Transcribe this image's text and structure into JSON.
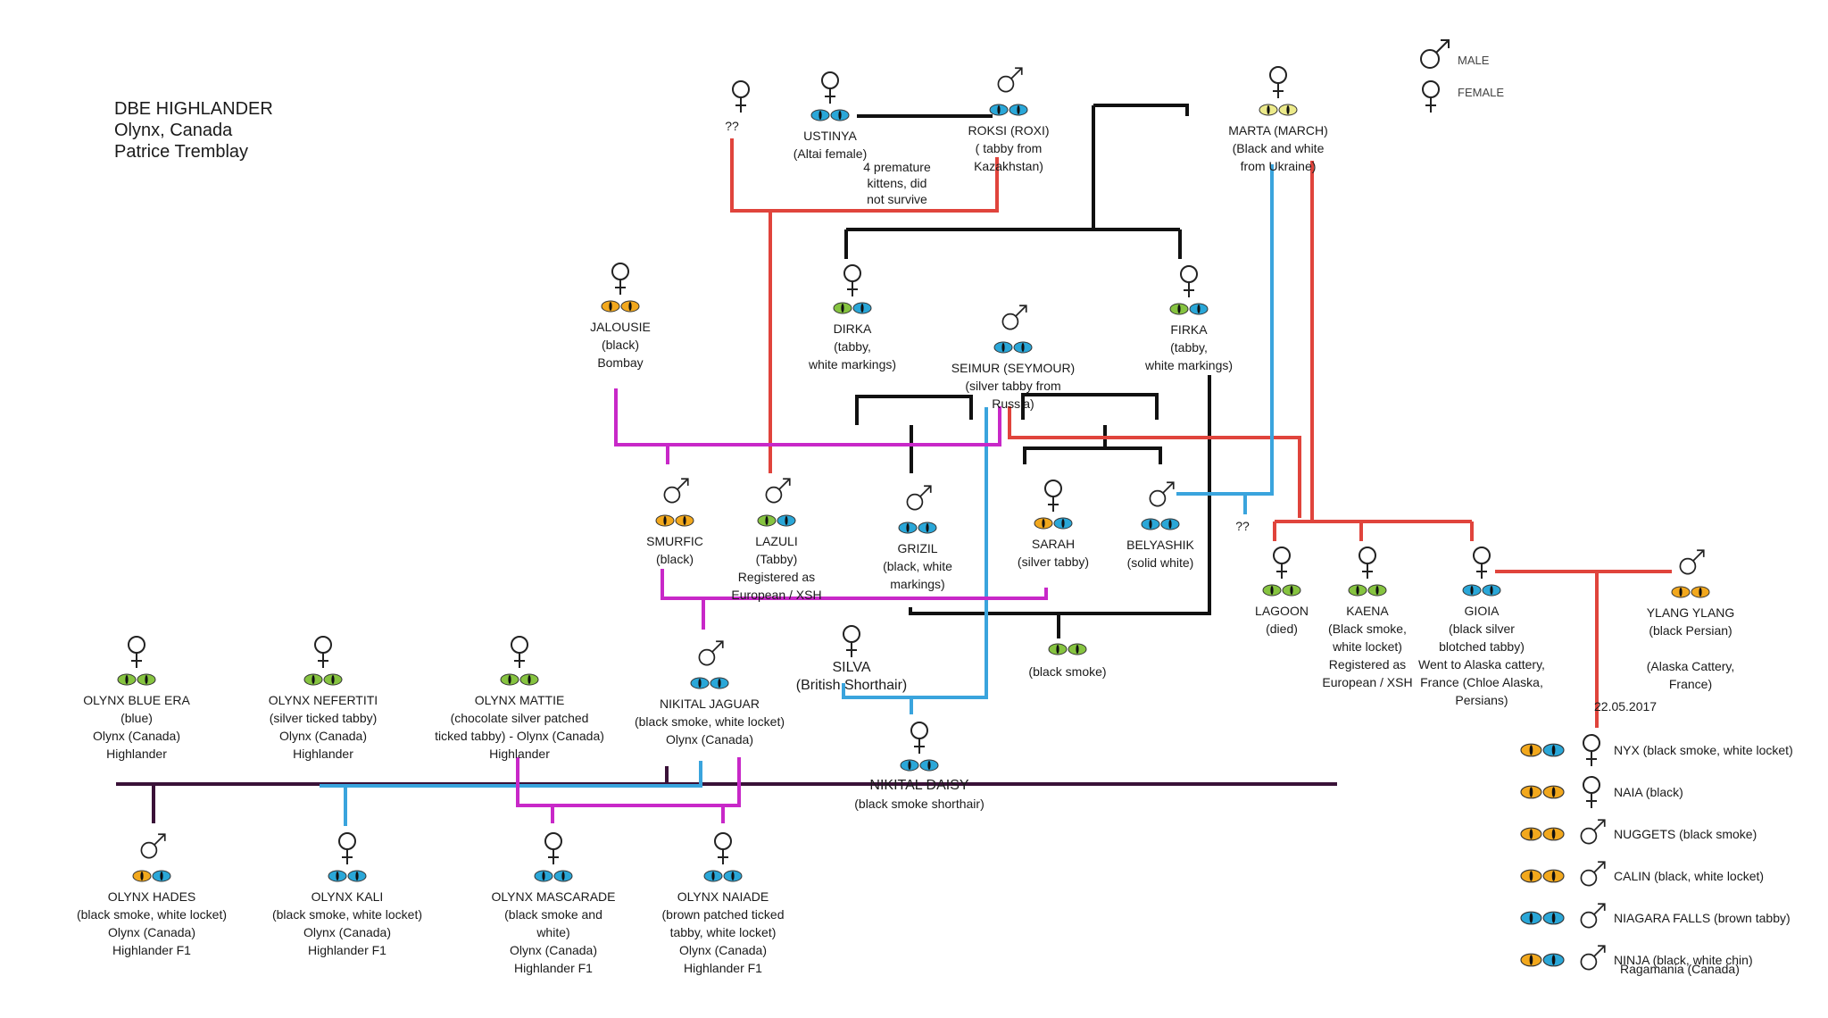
{
  "header": {
    "line1": "DBE HIGHLANDER",
    "line2": "Olynx, Canada",
    "line3": "Patrice Tremblay"
  },
  "legend": {
    "male_label": "MALE",
    "female_label": "FEMALE"
  },
  "colors": {
    "eye_blue": "#2aa7d8",
    "eye_green": "#86c440",
    "eye_amber": "#f2a81d",
    "eye_yellow": "#ecea8a",
    "line_black": "#111111",
    "line_red": "#e0443c",
    "line_blue": "#3aa4dd",
    "line_magenta": "#c828c8",
    "line_dark_purple": "#3a1238"
  },
  "unknown_female": {
    "label": "??"
  },
  "unknown_mark": {
    "label": "??"
  },
  "ustinya": {
    "name": "USTINYA",
    "desc": "(Altai female)",
    "eyes": [
      "blue",
      "blue"
    ]
  },
  "premature": {
    "text": "4 premature\nkittens, did\nnot survive"
  },
  "roksi": {
    "name": "ROKSI (ROXI)",
    "desc": "( tabby from\nKazakhstan)",
    "eyes": [
      "blue",
      "blue"
    ]
  },
  "marta": {
    "name": "MARTA (MARCH)",
    "desc": "(Black and white\nfrom Ukraine)",
    "eyes": [
      "yellow",
      "yellow"
    ]
  },
  "jalousie": {
    "name": "JALOUSIE",
    "desc": "(black)\nBombay",
    "eyes": [
      "amber",
      "amber"
    ]
  },
  "dirka": {
    "name": "DIRKA",
    "desc": "(tabby,\nwhite markings)",
    "eyes": [
      "green",
      "blue"
    ]
  },
  "seimur": {
    "name": "SEIMUR (SEYMOUR)",
    "desc": "(silver tabby from\nRussia)",
    "eyes": [
      "blue",
      "blue"
    ]
  },
  "firka": {
    "name": "FIRKA",
    "desc": "(tabby,\nwhite markings)",
    "eyes": [
      "green",
      "blue"
    ]
  },
  "smurfic": {
    "name": "SMURFIC",
    "desc": "(black)",
    "eyes": [
      "amber",
      "amber"
    ]
  },
  "lazuli": {
    "name": "LAZULI",
    "desc": "(Tabby)\nRegistered as\nEuropean / XSH",
    "eyes": [
      "green",
      "blue"
    ]
  },
  "grizil": {
    "name": "GRIZIL",
    "desc": "(black, white\nmarkings)",
    "eyes": [
      "blue",
      "blue"
    ]
  },
  "sarah": {
    "name": "SARAH",
    "desc": "(silver tabby)",
    "eyes": [
      "amber",
      "blue"
    ]
  },
  "belyashik": {
    "name": "BELYASHIK",
    "desc": "(solid white)",
    "eyes": [
      "blue",
      "blue"
    ]
  },
  "lagoon": {
    "name": "LAGOON",
    "desc": "(died)",
    "eyes": [
      "green",
      "green"
    ]
  },
  "kaena": {
    "name": "KAENA",
    "desc": "(Black smoke,\nwhite locket)\nRegistered as\nEuropean / XSH",
    "eyes": [
      "green",
      "green"
    ]
  },
  "gioia": {
    "name": "GIOIA",
    "desc": "(black silver\nblotched tabby)\nWent to Alaska cattery,\nFrance  (Chloe Alaska,\nPersians)",
    "eyes": [
      "blue",
      "blue"
    ]
  },
  "ylang": {
    "name": "YLANG YLANG",
    "desc": "(black Persian)\n\n(Alaska Cattery,\nFrance)",
    "eyes": [
      "amber",
      "amber"
    ]
  },
  "black_smoke_kitten": {
    "desc": "(black smoke)",
    "eyes": [
      "green",
      "green"
    ]
  },
  "silva": {
    "name": "SILVA",
    "desc": "(British Shorthair)"
  },
  "jaguar": {
    "name": "NIKITAL JAGUAR",
    "desc": "(black smoke, white locket)\nOlynx (Canada)",
    "eyes": [
      "blue",
      "blue"
    ]
  },
  "daisy": {
    "name": "NIKITAL DAISY",
    "desc": "(black smoke shorthair)",
    "eyes": [
      "blue",
      "blue"
    ]
  },
  "blue_era": {
    "name": "OLYNX BLUE ERA",
    "desc": "(blue)\nOlynx (Canada)\nHighlander",
    "eyes": [
      "green",
      "green"
    ]
  },
  "nefertiti": {
    "name": "OLYNX NEFERTITI",
    "desc": "(silver ticked tabby)\nOlynx (Canada)\nHighlander",
    "eyes": [
      "green",
      "green"
    ]
  },
  "mattie": {
    "name": "OLYNX MATTIE",
    "desc": "(chocolate silver patched\nticked tabby) - Olynx (Canada)\nHighlander",
    "eyes": [
      "green",
      "green"
    ]
  },
  "hades": {
    "name": "OLYNX HADES",
    "desc": "(black smoke, white locket)\nOlynx (Canada)\nHighlander F1",
    "eyes": [
      "amber",
      "blue"
    ]
  },
  "kali": {
    "name": "OLYNX KALI",
    "desc": "(black smoke, white locket)\nOlynx (Canada)\nHighlander F1",
    "eyes": [
      "blue",
      "blue"
    ]
  },
  "mascarade": {
    "name": "OLYNX MASCARADE",
    "desc": "(black smoke and\nwhite)\nOlynx (Canada)\nHighlander F1",
    "eyes": [
      "blue",
      "blue"
    ]
  },
  "naiade": {
    "name": "OLYNX NAIADE",
    "desc": "(brown patched ticked\ntabby, white locket)\nOlynx (Canada)\nHighlander F1",
    "eyes": [
      "blue",
      "blue"
    ]
  },
  "litter": {
    "date": "22.05.2017",
    "kittens": [
      {
        "label": "NYX  (black smoke, white locket)",
        "sex": "female",
        "eyes": [
          "amber",
          "blue"
        ]
      },
      {
        "label": "NAIA (black)",
        "sex": "female",
        "eyes": [
          "amber",
          "amber"
        ]
      },
      {
        "label": "NUGGETS (black smoke)",
        "sex": "male",
        "eyes": [
          "amber",
          "amber"
        ]
      },
      {
        "label": "CALIN (black, white locket)",
        "sex": "male",
        "eyes": [
          "amber",
          "amber"
        ]
      },
      {
        "label": "NIAGARA FALLS (brown tabby)",
        "sex": "male",
        "eyes": [
          "blue",
          "blue"
        ]
      },
      {
        "label": "NINJA (black, white chin)",
        "sex": "male",
        "eyes": [
          "amber",
          "blue"
        ]
      }
    ],
    "footer": "Ragamania (Canada)"
  }
}
